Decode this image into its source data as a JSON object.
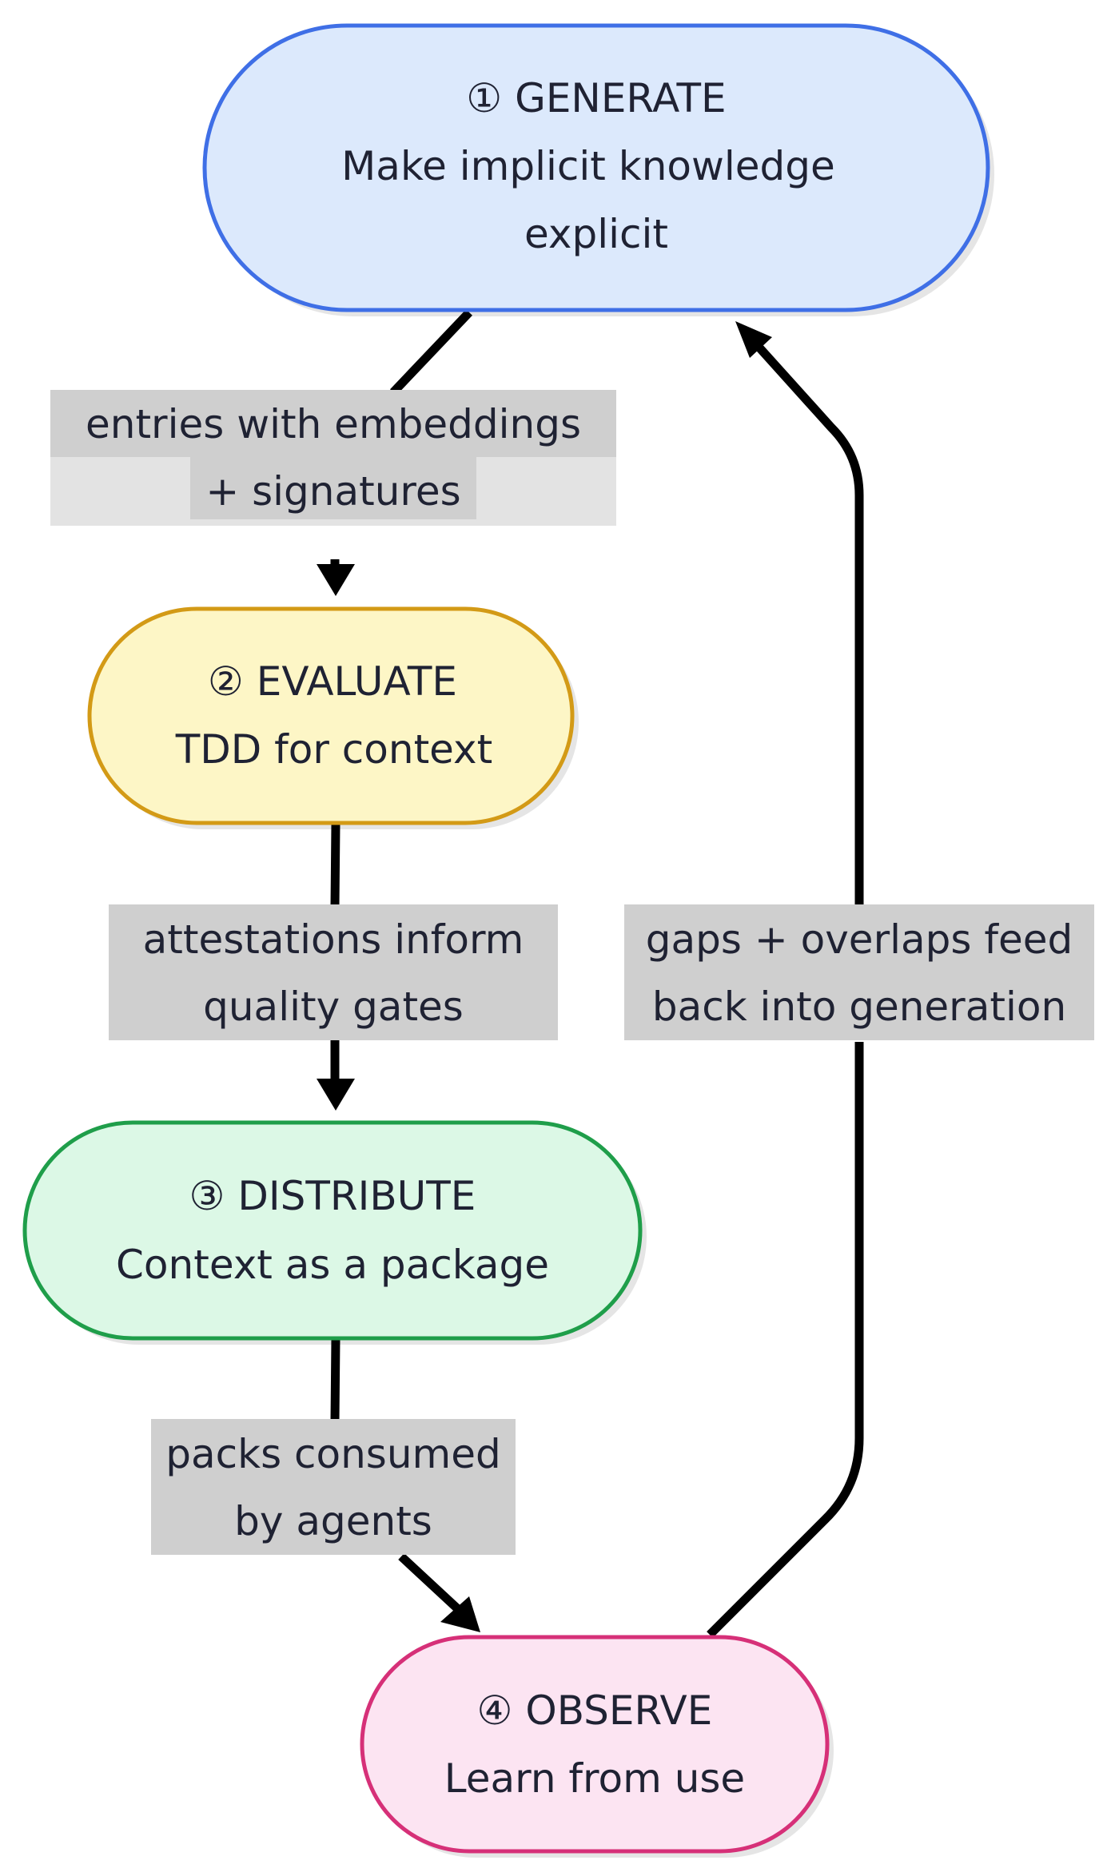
{
  "colors": {
    "generate_fill": "#dce9fc",
    "generate_stroke": "#3f6fe6",
    "evaluate_fill": "#fdf6c6",
    "evaluate_stroke": "#d39a16",
    "distribute_fill": "#dcf8e6",
    "distribute_stroke": "#1f9e4a",
    "observe_fill": "#fce4f2",
    "observe_stroke": "#d63078",
    "edge": "#000000",
    "label_background": "#cfcfcf"
  },
  "nodes": {
    "generate": {
      "title": "① GENERATE",
      "line1": "Make implicit knowledge",
      "line2": "explicit"
    },
    "evaluate": {
      "title": "② EVALUATE",
      "line1": "TDD for context"
    },
    "distribute": {
      "title": "③ DISTRIBUTE",
      "line1": "Context as a package"
    },
    "observe": {
      "title": "④ OBSERVE",
      "line1": "Learn from use"
    }
  },
  "edges": {
    "generate_to_evaluate": {
      "line1": "entries with embeddings",
      "line2": "+ signatures"
    },
    "evaluate_to_distribute": {
      "line1": "attestations inform",
      "line2": "quality gates"
    },
    "distribute_to_observe": {
      "line1": "packs consumed",
      "line2": "by agents"
    },
    "observe_to_generate": {
      "line1": "gaps + overlaps feed",
      "line2": "back into generation"
    }
  }
}
